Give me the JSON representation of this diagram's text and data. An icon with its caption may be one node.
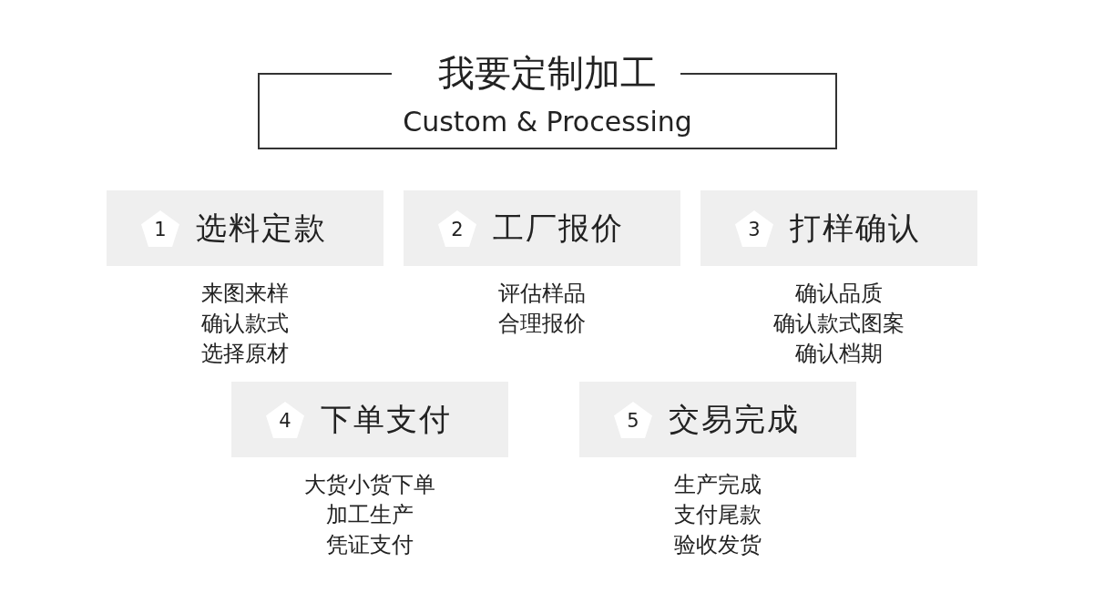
{
  "diagram": {
    "nodes": [
      {
        "text": [
          "我要定制加工",
          "Custom & Processing"
        ]
      },
      {
        "text": [
          "选料定款"
        ],
        "beside": [
          "来图来样",
          "确认款式",
          "选择原材"
        ]
      },
      {
        "text": [
          "1"
        ],
        "in": 1
      },
      {
        "text": [
          "工厂报价"
        ],
        "beside": [
          "评估样品",
          "合理报价"
        ]
      },
      {
        "text": [
          "2"
        ],
        "in": 3
      },
      {
        "text": [
          "打样确认"
        ],
        "beside": [
          "确认品质",
          "确认款式图案",
          "确认档期"
        ]
      },
      {
        "text": [
          "3"
        ],
        "in": 5
      },
      {
        "text": [
          "下单支付"
        ],
        "beside": [
          "大货小货下单",
          "加工生产",
          "凭证支付"
        ]
      },
      {
        "text": [
          "4"
        ],
        "in": 7
      },
      {
        "text": [
          "交易完成"
        ],
        "beside": [
          "生产完成",
          "支付尾款",
          "验收发货"
        ]
      },
      {
        "text": [
          "5"
        ],
        "in": 9
      }
    ],
    "edges": []
  }
}
